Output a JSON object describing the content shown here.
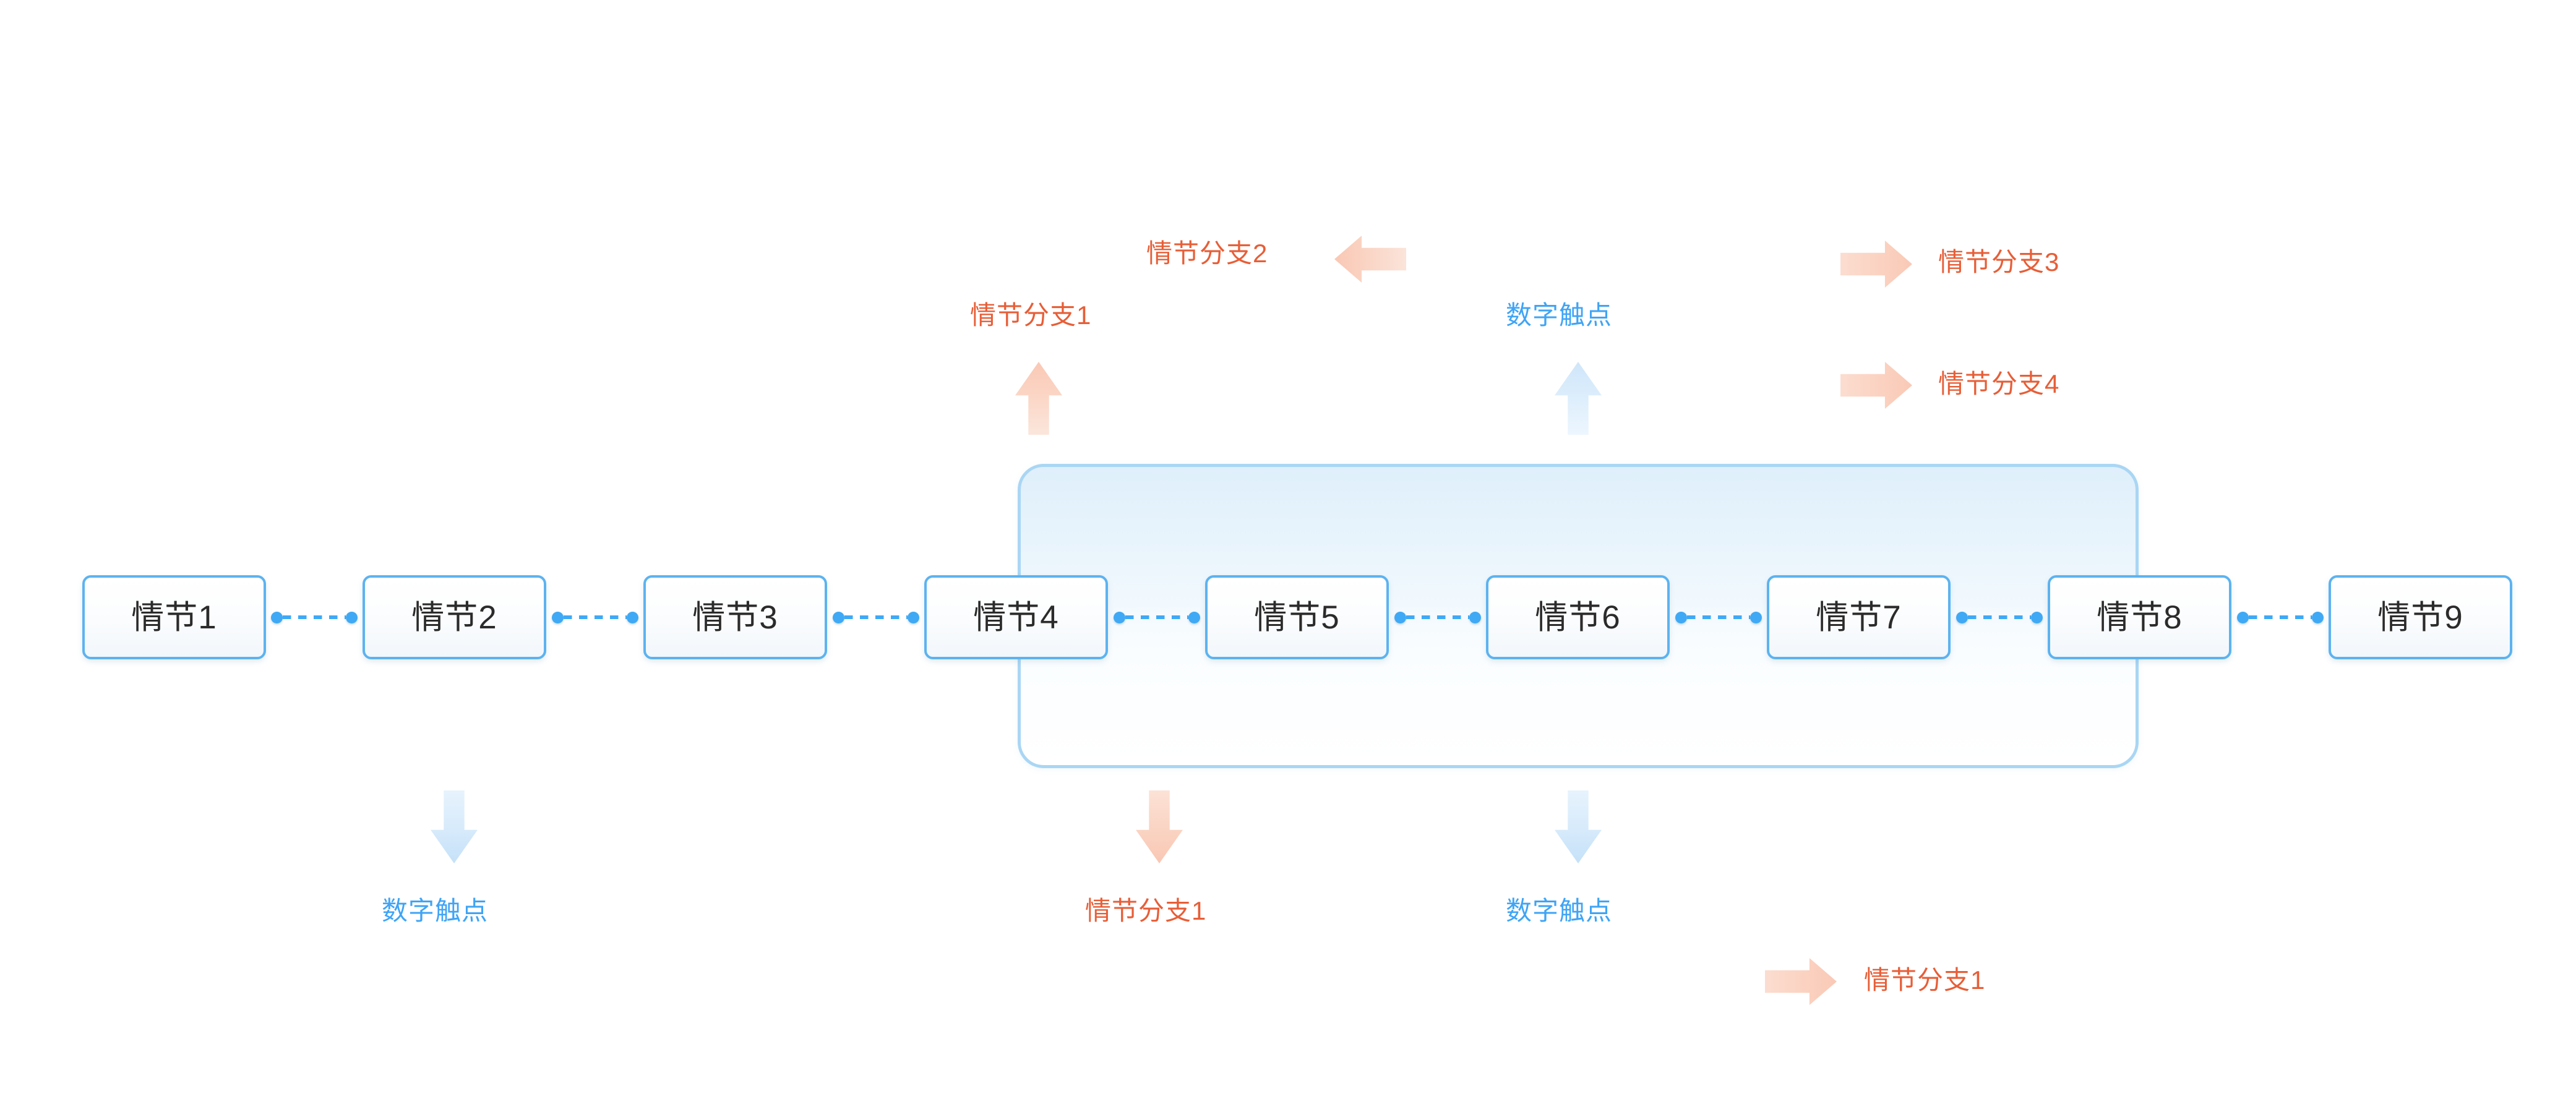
{
  "diagram": {
    "title": "",
    "colors": {
      "node_border": "#5CB3F0",
      "node_text": "#2B2B2B",
      "connector": "#3FA9F5",
      "container_border": "#A9D6F4",
      "container_fill": "#DFEFFB",
      "branch_label": "#E75E37",
      "touchpoint_label": "#3FA4F5",
      "branch_arrow": "#FAC8B4",
      "touchpoint_arrow": "#CFE6FA",
      "background": "#FFFFFF"
    },
    "nodes": [
      {
        "id": "n1",
        "label": "情节1"
      },
      {
        "id": "n2",
        "label": "情节2"
      },
      {
        "id": "n3",
        "label": "情节3"
      },
      {
        "id": "n4",
        "label": "情节4"
      },
      {
        "id": "n5",
        "label": "情节5"
      },
      {
        "id": "n6",
        "label": "情节6"
      },
      {
        "id": "n7",
        "label": "情节7"
      },
      {
        "id": "n8",
        "label": "情节8"
      },
      {
        "id": "n9",
        "label": "情节9"
      }
    ],
    "connectors": [
      {
        "from": "n1",
        "to": "n2",
        "style": "dashed"
      },
      {
        "from": "n2",
        "to": "n3",
        "style": "dashed"
      },
      {
        "from": "n3",
        "to": "n4",
        "style": "dashed"
      },
      {
        "from": "n4",
        "to": "n5",
        "style": "dashed"
      },
      {
        "from": "n5",
        "to": "n6",
        "style": "dashed"
      },
      {
        "from": "n6",
        "to": "n7",
        "style": "dashed"
      },
      {
        "from": "n7",
        "to": "n8",
        "style": "dashed"
      },
      {
        "from": "n8",
        "to": "n9",
        "style": "dashed"
      }
    ],
    "group_container": {
      "label": "",
      "covers_nodes": [
        "情节4",
        "情节5",
        "情节6",
        "情节7",
        "情节8"
      ]
    },
    "annotations": [
      {
        "id": "a1",
        "text": "情节分支1",
        "kind": "branch",
        "arrow": "up",
        "position": "above-node4"
      },
      {
        "id": "a2",
        "text": "情节分支2",
        "kind": "branch",
        "arrow": "left",
        "position": "top-center-left"
      },
      {
        "id": "a3",
        "text": "数字触点",
        "kind": "touchpoint",
        "arrow": "up",
        "position": "above-node6"
      },
      {
        "id": "a4",
        "text": "情节分支3",
        "kind": "branch",
        "arrow": "right",
        "position": "top-right-upper"
      },
      {
        "id": "a5",
        "text": "情节分支4",
        "kind": "branch",
        "arrow": "right",
        "position": "top-right-lower"
      },
      {
        "id": "a6",
        "text": "数字触点",
        "kind": "touchpoint",
        "arrow": "down",
        "position": "below-node2"
      },
      {
        "id": "a7",
        "text": "情节分支1",
        "kind": "branch",
        "arrow": "down",
        "position": "below-node4-5"
      },
      {
        "id": "a8",
        "text": "数字触点",
        "kind": "touchpoint",
        "arrow": "down",
        "position": "below-node6"
      },
      {
        "id": "a9",
        "text": "情节分支1",
        "kind": "branch",
        "arrow": "right",
        "position": "bottom-right"
      }
    ]
  }
}
